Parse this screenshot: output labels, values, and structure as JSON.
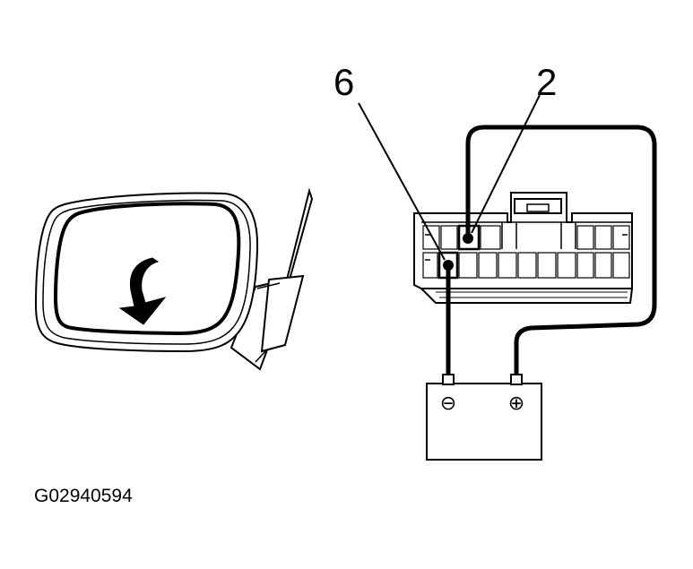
{
  "diagram": {
    "callouts": {
      "pin_6": "6",
      "pin_2": "2"
    },
    "battery": {
      "negative_symbol": "⊖",
      "positive_symbol": "⊕"
    },
    "figure_code": "G02940594"
  }
}
